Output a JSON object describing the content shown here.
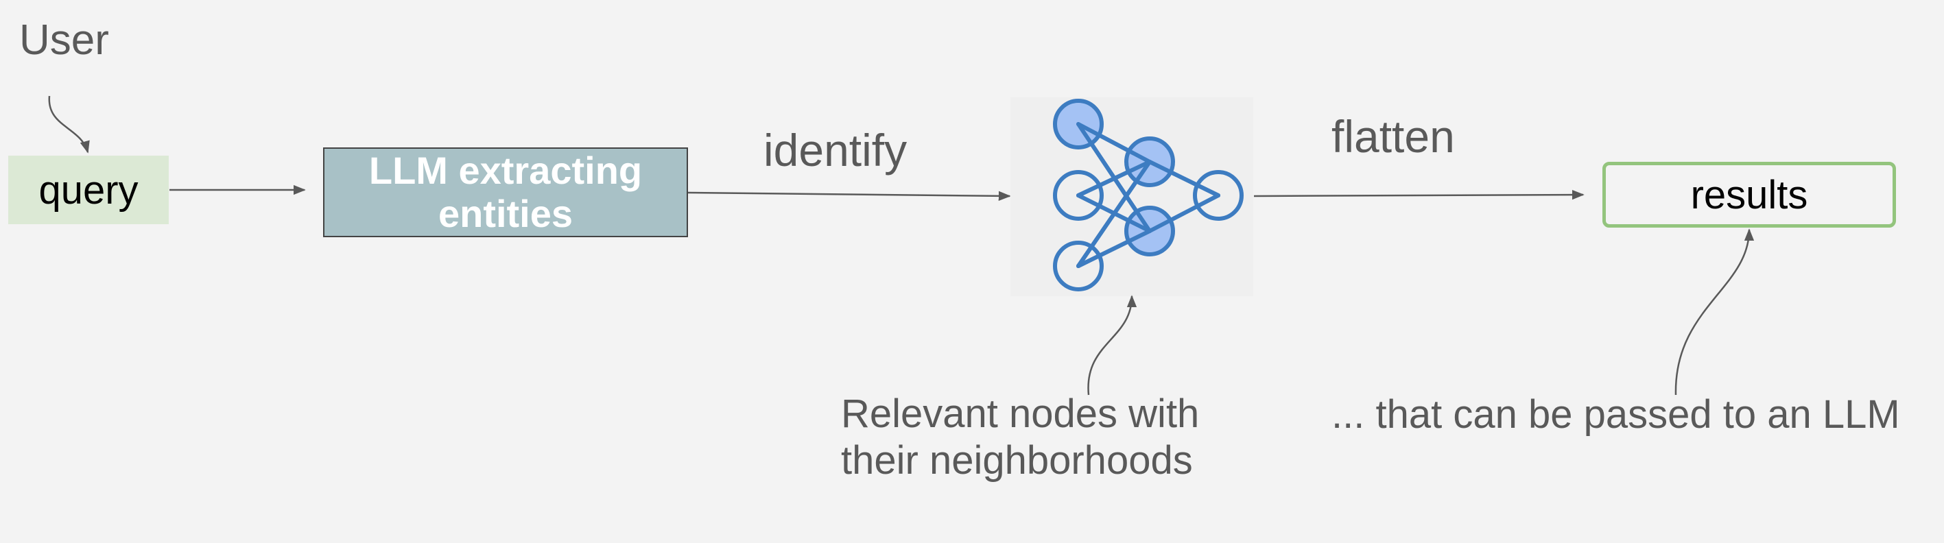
{
  "labels": {
    "user": "User",
    "query": "query",
    "llm": "LLM extracting entities",
    "identify": "identify",
    "flatten": "flatten",
    "results": "results",
    "relevant_nodes": "Relevant nodes with their neighborhoods",
    "passed": "... that can be passed to an LLM"
  },
  "colors": {
    "background": "#f3f3f3",
    "query_fill": "#dce9d5",
    "llm_fill": "#a8c1c6",
    "results_border": "#93c47d",
    "graph_stroke": "#3d7cc1",
    "graph_node_highlight": "#a4c2f4",
    "arrow": "#595959"
  },
  "icons": [
    "neural-network-graph-icon"
  ]
}
